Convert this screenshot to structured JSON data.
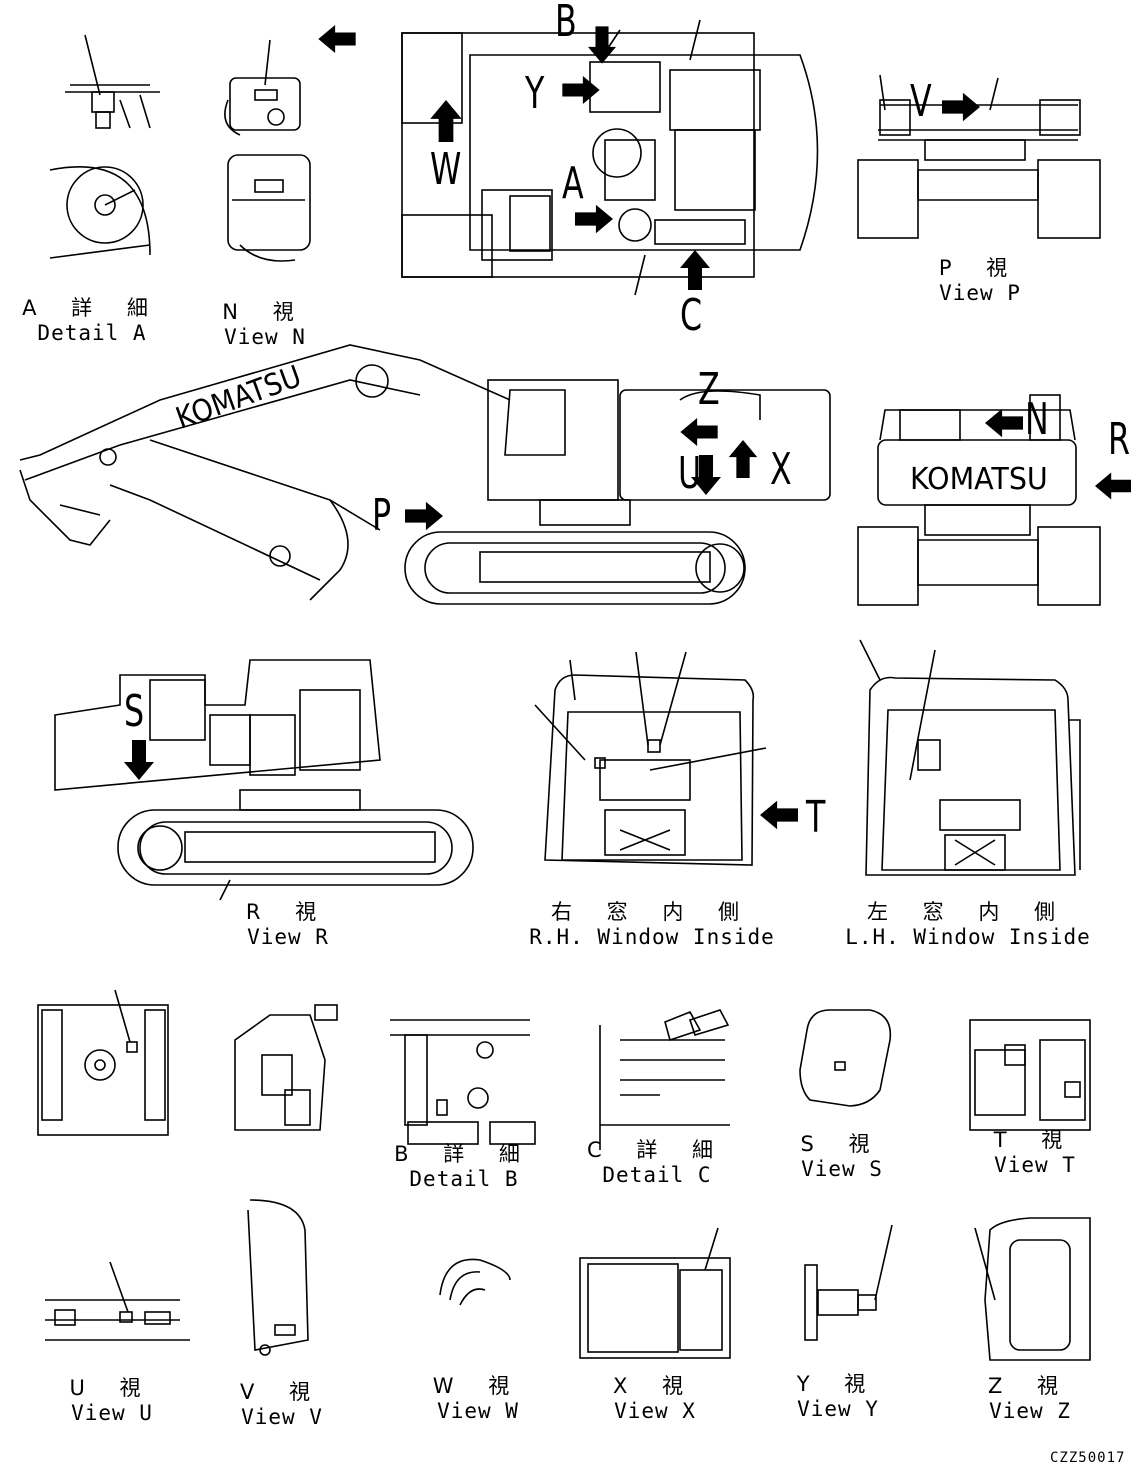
{
  "captions": {
    "detail_a": {
      "jp": "A 詳 細",
      "en": "Detail A"
    },
    "view_n": {
      "jp": "N 視",
      "en": "View N"
    },
    "view_p": {
      "jp": "P 視",
      "en": "View P"
    },
    "view_r": {
      "jp": "R 視",
      "en": "View R"
    },
    "rh_window": {
      "jp": "右 窓 内 側",
      "en": "R.H. Window Inside"
    },
    "lh_window": {
      "jp": "左 窓 内 側",
      "en": "L.H. Window Inside"
    },
    "detail_b": {
      "jp": "B 詳 細",
      "en": "Detail B"
    },
    "detail_c": {
      "jp": "C 詳 細",
      "en": "Detail C"
    },
    "view_s": {
      "jp": "S 視",
      "en": "View S"
    },
    "view_t": {
      "jp": "T 視",
      "en": "View T"
    },
    "view_u": {
      "jp": "U 視",
      "en": "View U"
    },
    "view_v": {
      "jp": "V 視",
      "en": "View V"
    },
    "view_w": {
      "jp": "W 視",
      "en": "View W"
    },
    "view_x": {
      "jp": "X 視",
      "en": "View X"
    },
    "view_y": {
      "jp": "Y 視",
      "en": "View Y"
    },
    "view_z": {
      "jp": "Z 視",
      "en": "View Z"
    }
  },
  "markers": {
    "A": "A",
    "B": "B",
    "C": "C",
    "N": "N",
    "P": "P",
    "R": "R",
    "S": "S",
    "T": "T",
    "U": "U",
    "V": "V",
    "W": "W",
    "X": "X",
    "Y": "Y",
    "Z": "Z"
  },
  "logo_text": "KOMATSU",
  "drawing_code": "CZZ50017"
}
